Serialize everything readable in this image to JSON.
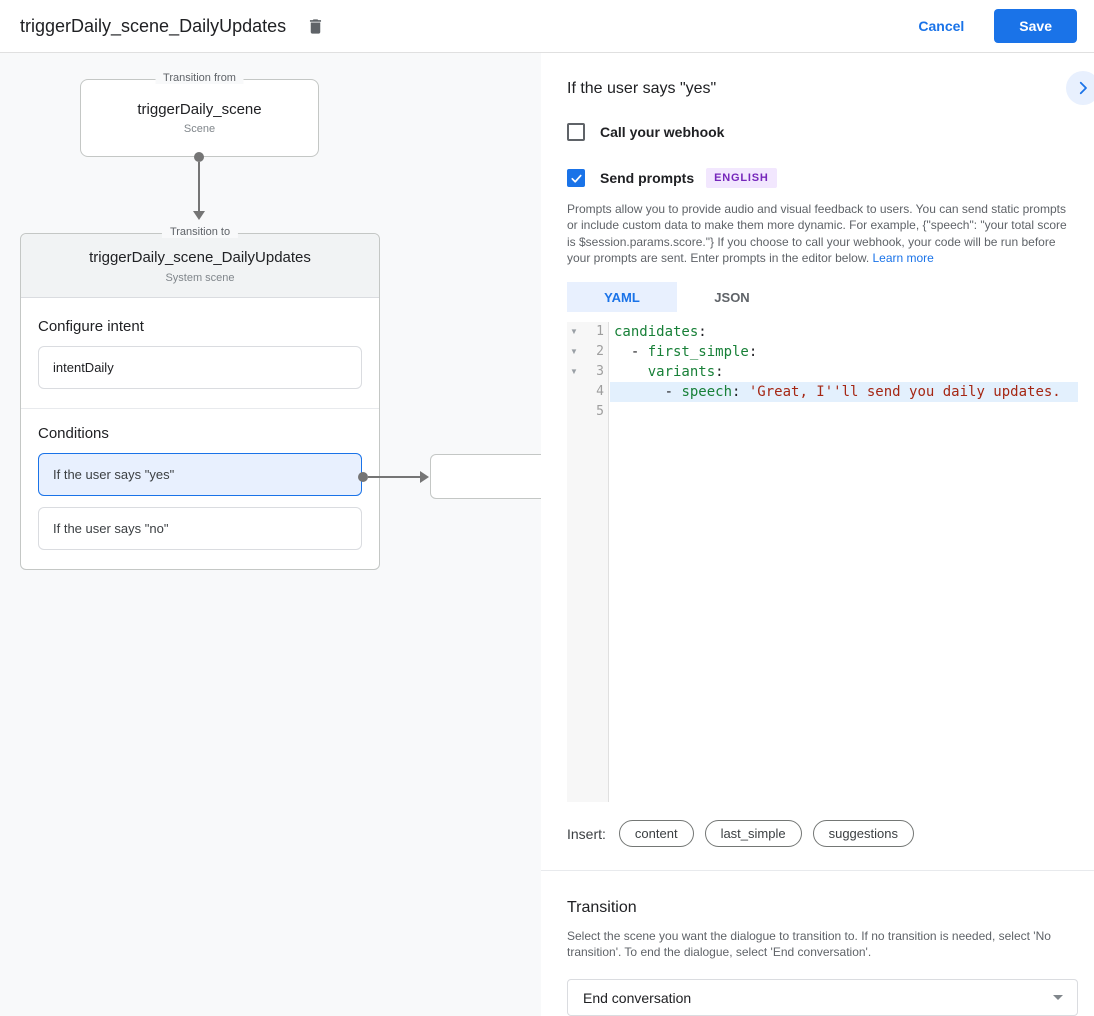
{
  "colors": {
    "accent_blue": "#1a73e8",
    "selected_bg": "#e8f0fe",
    "canvas_bg": "#f8f9fa",
    "badge_bg": "#f2e7fe",
    "badge_text": "#7627bb",
    "code_key_green": "#188038",
    "code_string_red": "#a52714",
    "code_line_highlight": "#e3f0fd"
  },
  "header": {
    "title": "triggerDaily_scene_DailyUpdates",
    "cancel_label": "Cancel",
    "save_label": "Save"
  },
  "diagram": {
    "from_box": {
      "legend": "Transition from",
      "title": "triggerDaily_scene",
      "subtitle": "Scene"
    },
    "to_box": {
      "legend": "Transition to",
      "title": "triggerDaily_scene_DailyUpdates",
      "subtitle": "System scene",
      "configure_intent_label": "Configure intent",
      "intent_value": "intentDaily",
      "conditions_label": "Conditions",
      "conditions": [
        {
          "label": "If the user says \"yes\"",
          "selected": true
        },
        {
          "label": "If the user says \"no\"",
          "selected": false
        }
      ]
    }
  },
  "panel": {
    "title": "If the user says \"yes\"",
    "webhook": {
      "label": "Call your webhook",
      "checked": false
    },
    "prompts": {
      "label": "Send prompts",
      "checked": true,
      "badge": "ENGLISH"
    },
    "description": "Prompts allow you to provide audio and visual feedback to users. You can send static prompts or include custom data to make them more dynamic. For example, {\"speech\": \"your total score is $session.params.score.\"} If you choose to call your webhook, your code will be run before your prompts are sent. Enter prompts in the editor below. ",
    "learn_more": "Learn more",
    "tabs": [
      {
        "label": "YAML",
        "active": true
      },
      {
        "label": "JSON",
        "active": false
      }
    ],
    "editor": {
      "lines": [
        {
          "num": "1",
          "fold": true,
          "highlight": false,
          "segments": [
            {
              "t": "k",
              "x": "candidates"
            },
            {
              "t": "p",
              "x": ":"
            }
          ]
        },
        {
          "num": "2",
          "fold": true,
          "highlight": false,
          "segments": [
            {
              "t": "p",
              "x": "  - "
            },
            {
              "t": "k",
              "x": "first_simple"
            },
            {
              "t": "p",
              "x": ":"
            }
          ]
        },
        {
          "num": "3",
          "fold": true,
          "highlight": false,
          "segments": [
            {
              "t": "p",
              "x": "    "
            },
            {
              "t": "k",
              "x": "variants"
            },
            {
              "t": "p",
              "x": ":"
            }
          ]
        },
        {
          "num": "4",
          "fold": false,
          "highlight": true,
          "segments": [
            {
              "t": "p",
              "x": "      - "
            },
            {
              "t": "k",
              "x": "speech"
            },
            {
              "t": "p",
              "x": ": "
            },
            {
              "t": "s",
              "x": "'Great, I''ll send you daily updates."
            }
          ]
        },
        {
          "num": "5",
          "fold": false,
          "highlight": false,
          "segments": []
        }
      ]
    },
    "insert_label": "Insert:",
    "insert_buttons": [
      "content",
      "last_simple",
      "suggestions"
    ],
    "transition": {
      "title": "Transition",
      "description": "Select the scene you want the dialogue to transition to. If no transition is needed, select 'No transition'. To end the dialogue, select 'End conversation'.",
      "selected_value": "End conversation"
    }
  }
}
